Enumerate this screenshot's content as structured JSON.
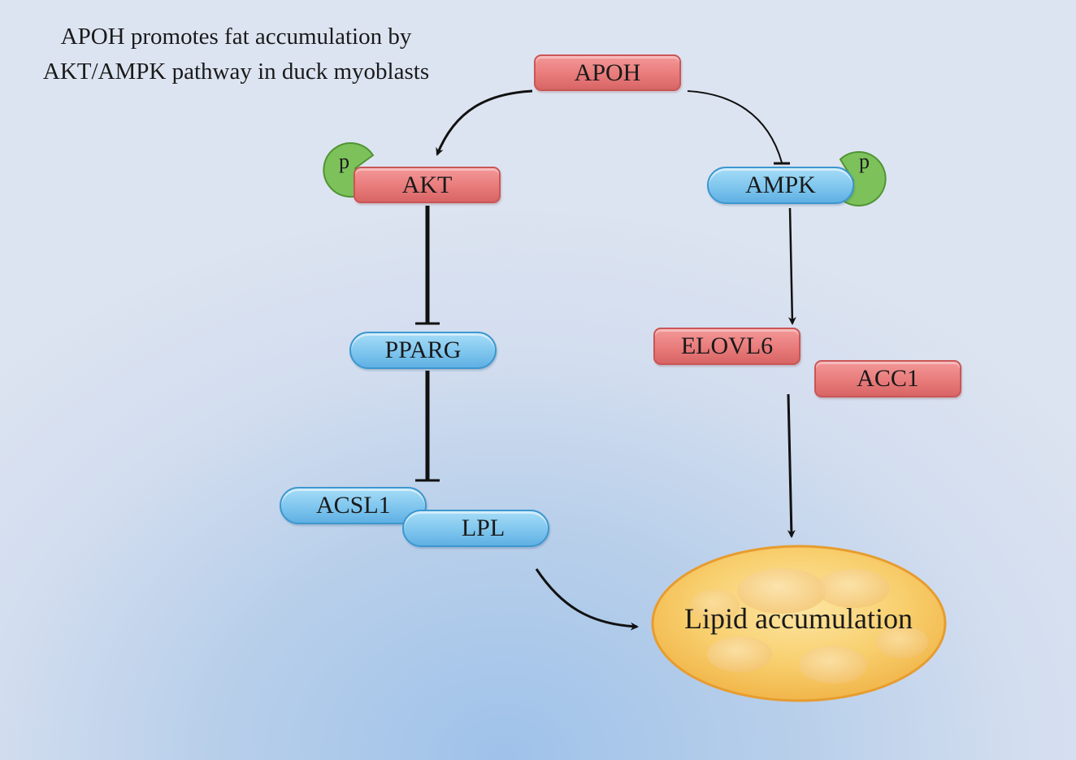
{
  "title": {
    "line1": "APOH promotes fat accumulation by",
    "line2": "AKT/AMPK pathway in duck myoblasts"
  },
  "nodes": {
    "apoh": "APOH",
    "akt": "AKT",
    "ampk": "AMPK",
    "pparg": "PPARG",
    "elovl6": "ELOVL6",
    "acc1": "ACC1",
    "acsl1": "ACSL1",
    "lpl": "LPL",
    "lipid": "Lipid accumulation"
  },
  "phospho": {
    "akt": "p",
    "ampk": "p"
  },
  "colors": {
    "upregulated": "#e97b7b",
    "downregulated": "#7fc6ee",
    "phospho": "#7dc15b",
    "lipid": "#f7c860"
  },
  "edges": [
    {
      "from": "APOH",
      "to": "AKT",
      "type": "activation"
    },
    {
      "from": "APOH",
      "to": "AMPK",
      "type": "inhibition"
    },
    {
      "from": "AKT",
      "to": "PPARG",
      "type": "inhibition"
    },
    {
      "from": "PPARG",
      "to": "ACSL1/LPL",
      "type": "inhibition"
    },
    {
      "from": "AMPK",
      "to": "ELOVL6",
      "type": "activation"
    },
    {
      "from": "ELOVL6/ACC1",
      "to": "Lipid accumulation",
      "type": "activation"
    },
    {
      "from": "ACSL1/LPL",
      "to": "Lipid accumulation",
      "type": "activation"
    }
  ]
}
